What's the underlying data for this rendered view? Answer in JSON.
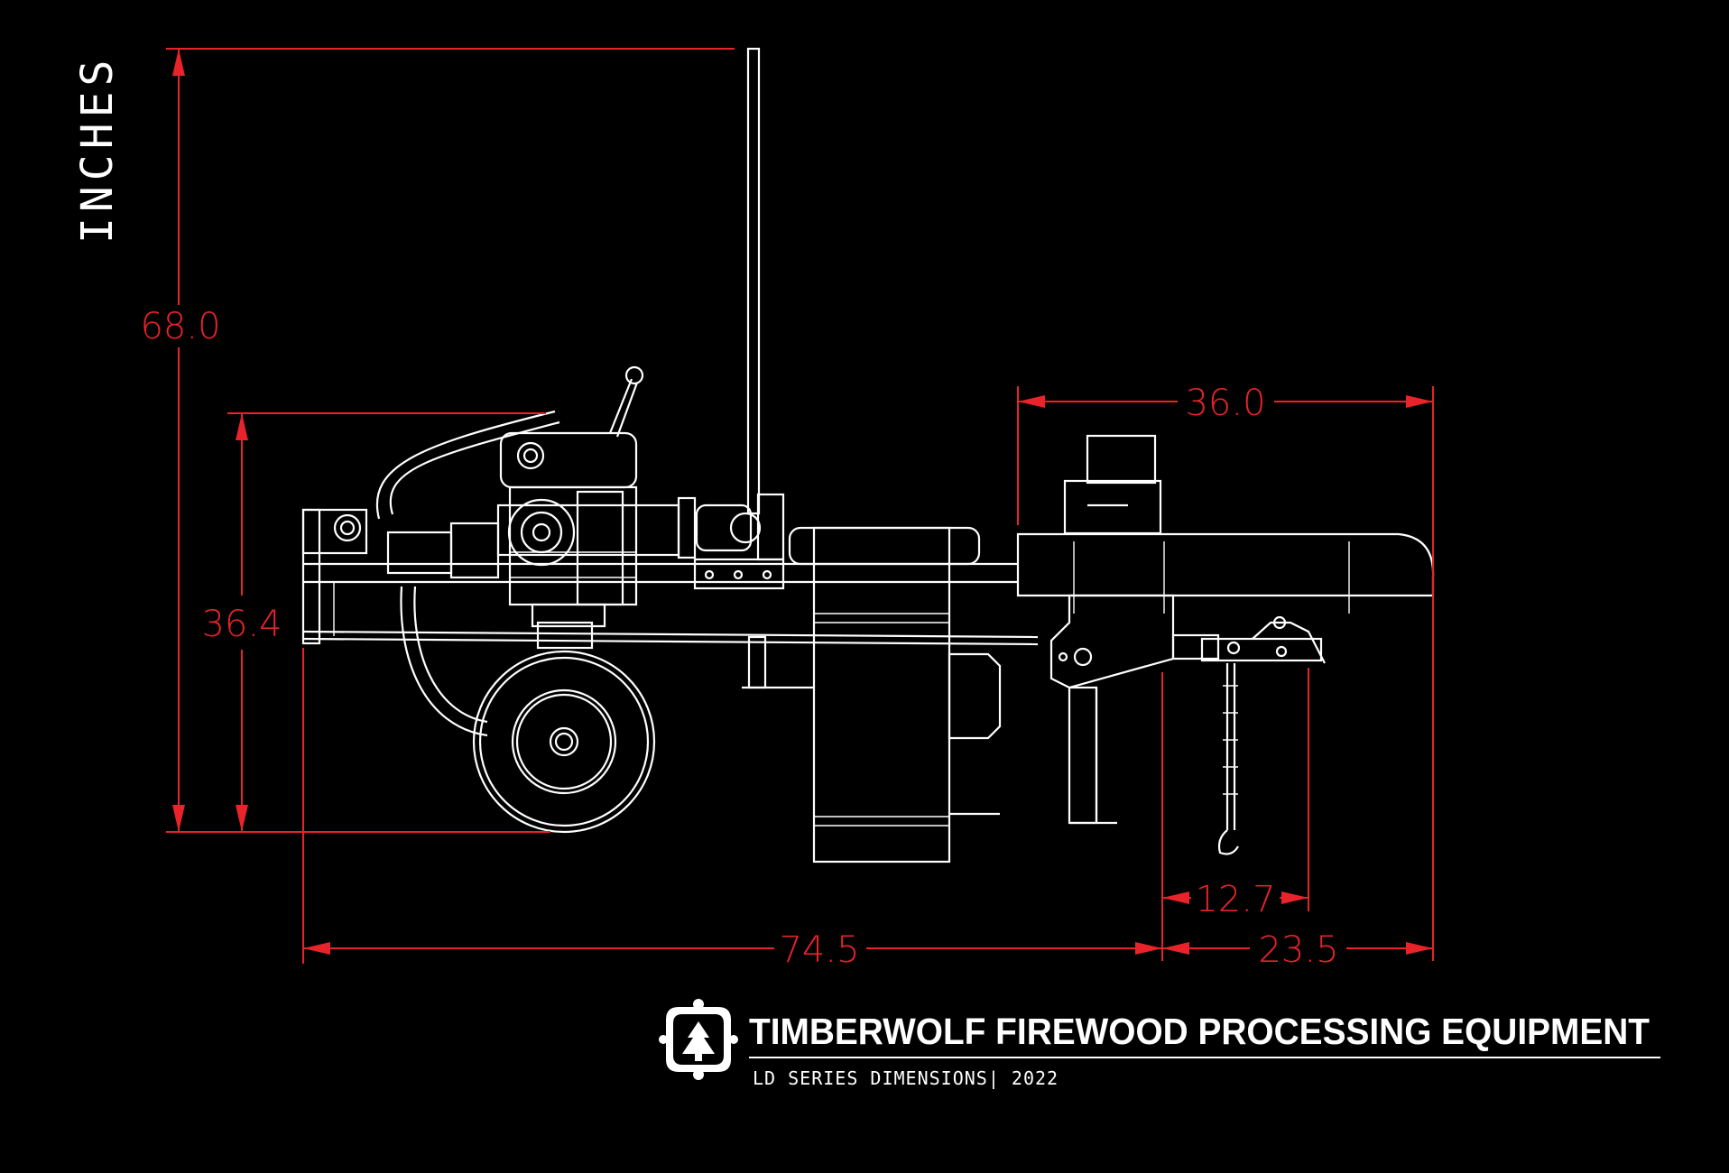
{
  "units_label": "INCHES",
  "dimensions": {
    "overall_height": "68.0",
    "engine_height": "36.4",
    "table_width": "36.0",
    "hitch_offset": "12.7",
    "overall_length": "74.5",
    "tongue_length": "23.5"
  },
  "branding": {
    "title": "TIMBERWOLF FIREWOOD PROCESSING EQUIPMENT",
    "subtitle": "LD SERIES DIMENSIONS| 2022",
    "logo_icon": "tree-badge-icon"
  },
  "colors": {
    "background": "#000000",
    "linework": "#ffffff",
    "dimension": "#e8232a"
  }
}
